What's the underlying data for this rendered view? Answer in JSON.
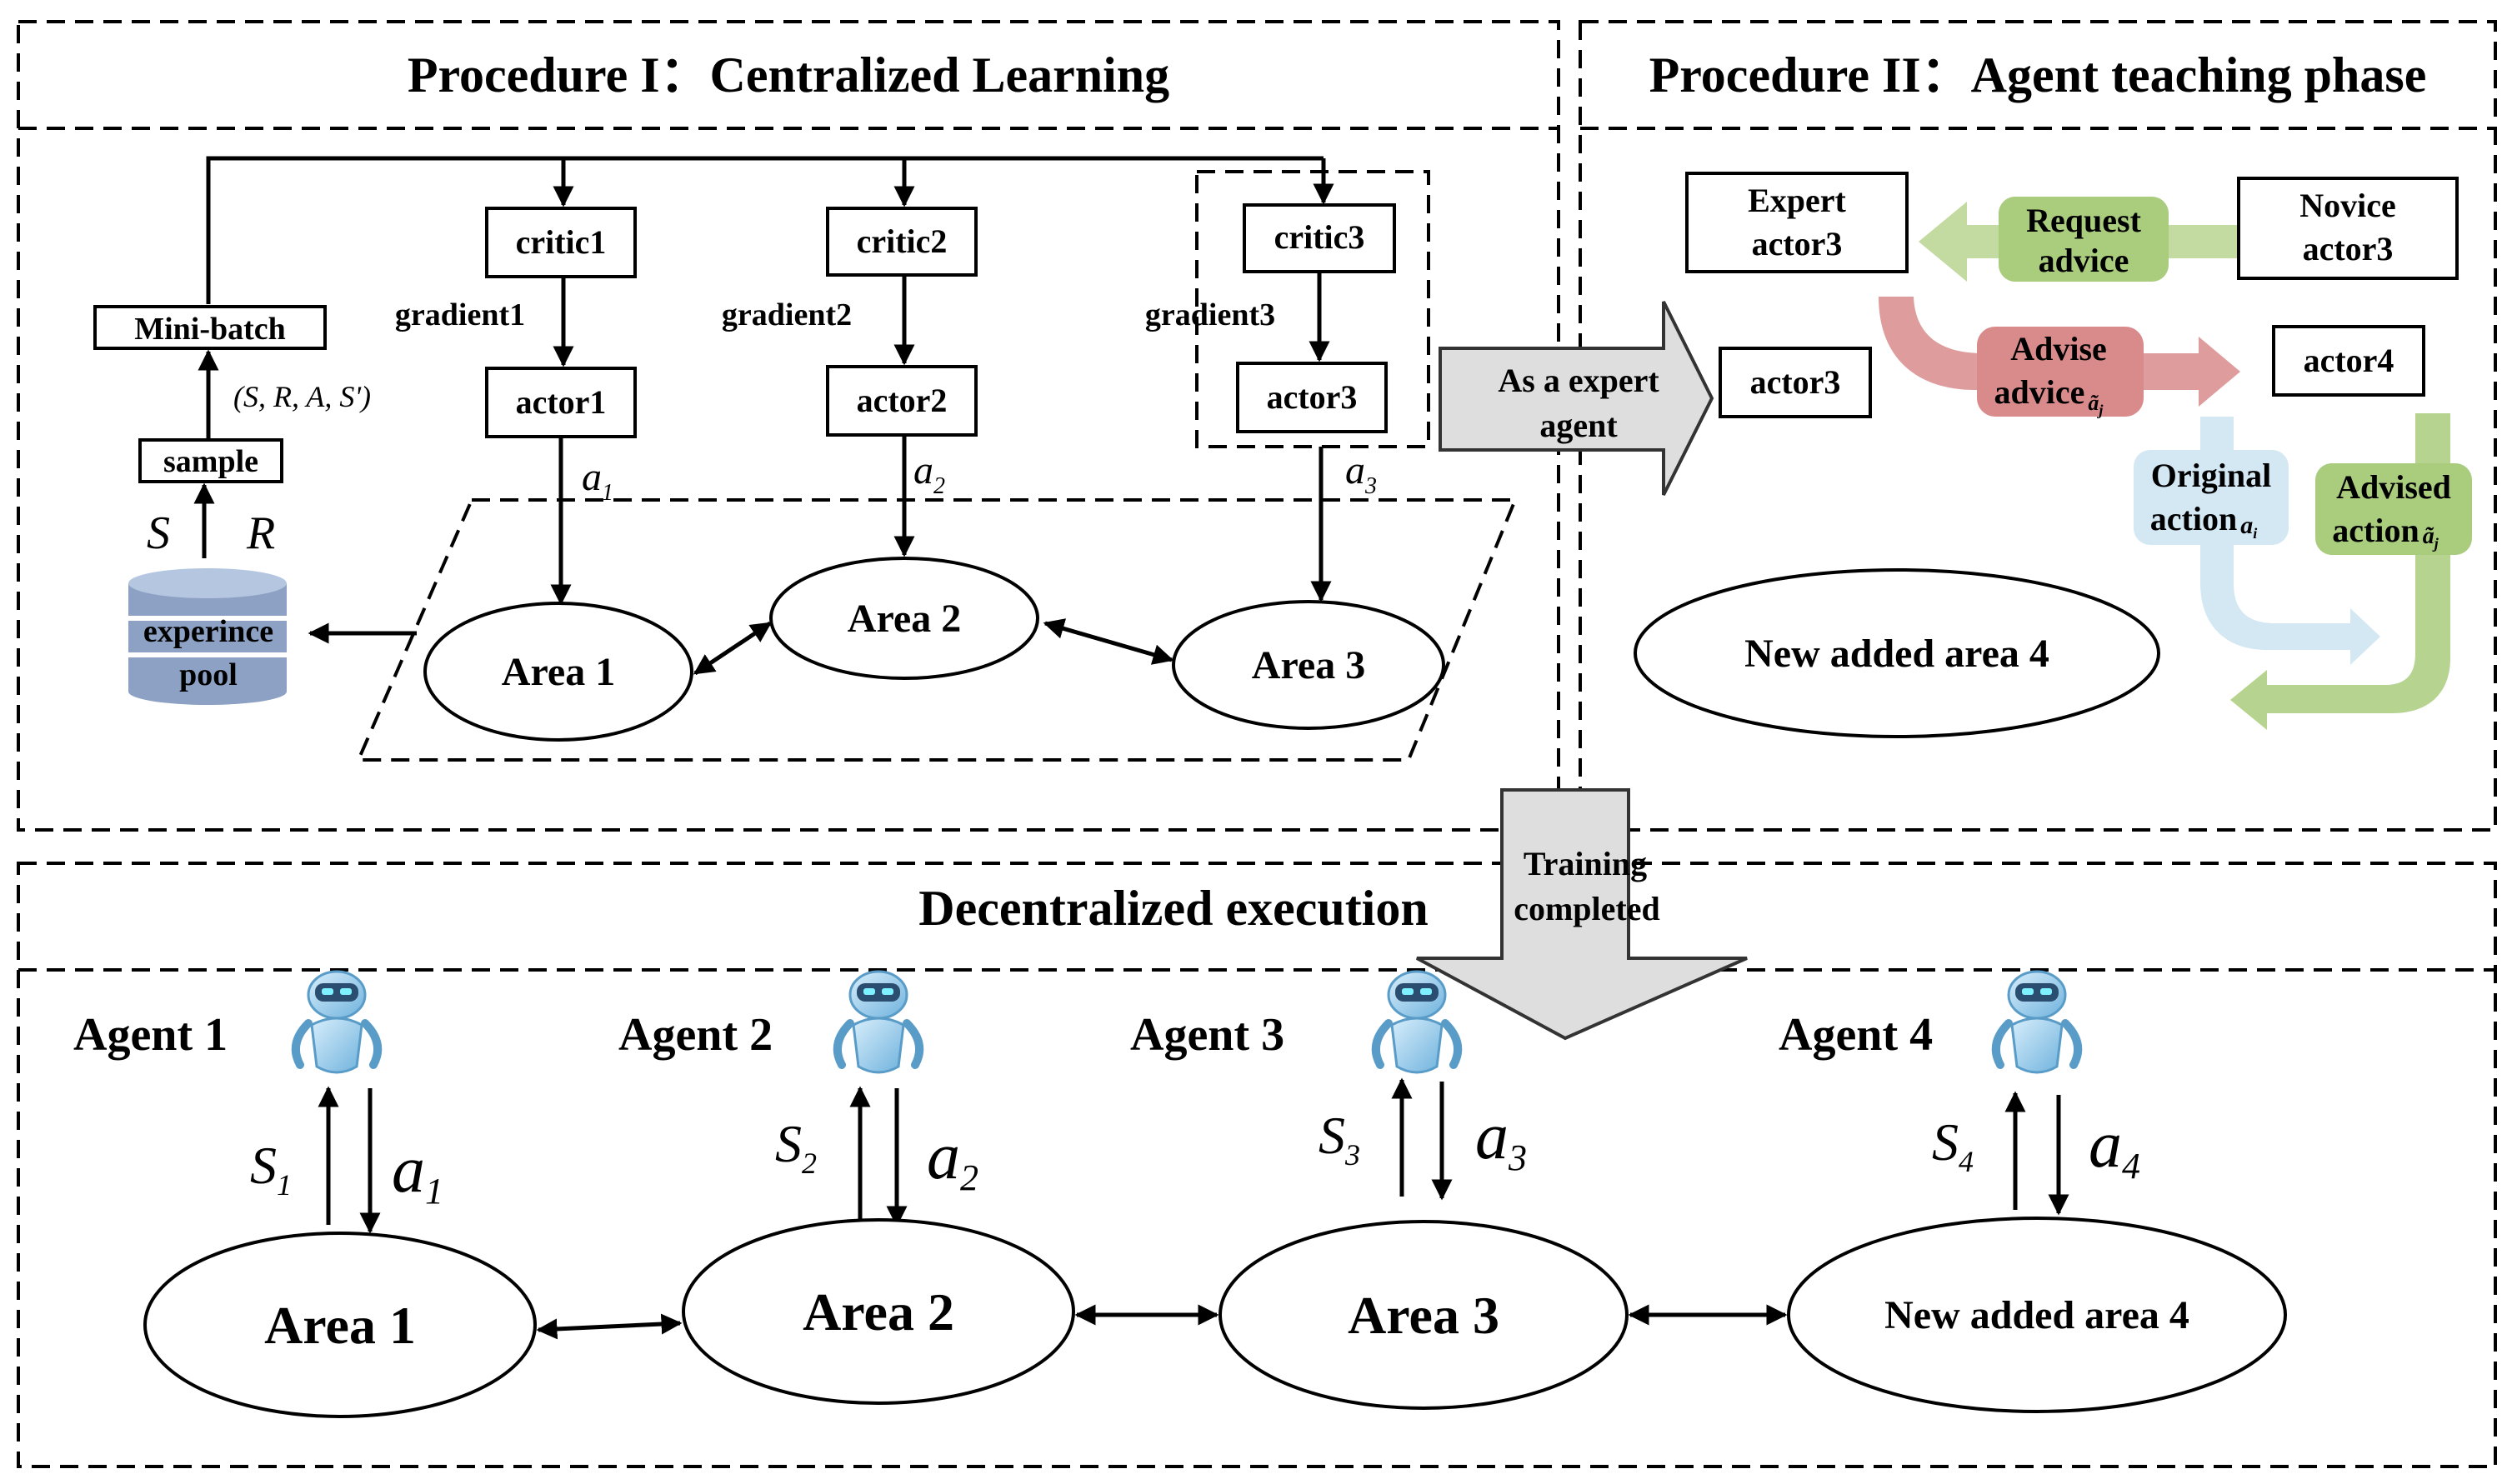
{
  "colors": {
    "advise": "#d98b8b",
    "request": "#b9d58f",
    "original": "#d3e8f3",
    "advised": "#a9cc7d",
    "pool_top": "#b5c6e0",
    "pool_body": "#8da1c4",
    "expert_arrow": "#dedede"
  },
  "proc1": {
    "title": "Procedure I：Centralized Learning",
    "critics": [
      "critic1",
      "critic2",
      "critic3"
    ],
    "actors": [
      "actor1",
      "actor2",
      "actor3"
    ],
    "gradients": [
      "gradient1",
      "gradient2",
      "gradient3"
    ],
    "actions": [
      "a",
      "a",
      "a"
    ],
    "action_subs": [
      "1",
      "2",
      "3"
    ],
    "minibatch": "Mini-batch",
    "tuple": "(S, R, A, S')",
    "sample": "sample",
    "s_label": "S",
    "r_label": "R",
    "pool_line1": "experince",
    "pool_line2": "pool",
    "areas": [
      "Area 1",
      "Area 2",
      "Area 3"
    ]
  },
  "expert_arrow": {
    "line1": "As a expert",
    "line2": "agent"
  },
  "proc2": {
    "title": "Procedure II：Agent teaching phase",
    "expert_line1": "Expert",
    "expert_line2": "actor3",
    "novice_line1": "Novice",
    "novice_line2": "actor3",
    "request_line1": "Request",
    "request_line2": "advice",
    "advise_line1": "Advise",
    "advise_line2": "advice",
    "actor3": "actor3",
    "actor4": "actor4",
    "original_line1": "Original",
    "original_line2": "action",
    "advised_line1": "Advised",
    "advised_line2": "action",
    "new_area": "New added area 4"
  },
  "training_arrow": {
    "line1": "Training",
    "line2": "completed"
  },
  "exec": {
    "title": "Decentralized execution",
    "agents": [
      "Agent 1",
      "Agent 2",
      "Agent 3",
      "Agent 4"
    ],
    "states": [
      "S",
      "S",
      "S",
      "S"
    ],
    "state_subs": [
      "1",
      "2",
      "3",
      "4"
    ],
    "actions": [
      "a",
      "a",
      "a",
      "a"
    ],
    "action_subs": [
      "1",
      "2",
      "3",
      "4"
    ],
    "areas": [
      "Area 1",
      "Area 2",
      "Area 3",
      "New added area 4"
    ]
  }
}
